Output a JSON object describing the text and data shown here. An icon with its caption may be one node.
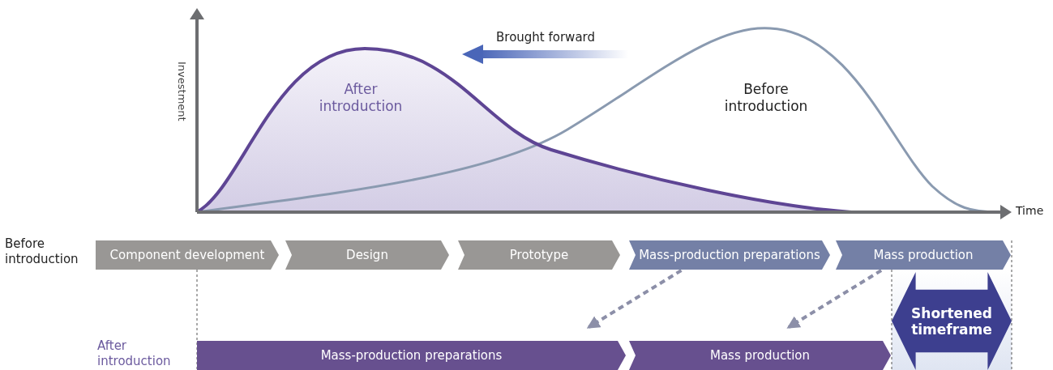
{
  "diagram": {
    "nodes": [
      {
        "text": [
          "Component development"
        ]
      },
      {
        "text": [
          "Design"
        ]
      },
      {
        "text": [
          "Prototype"
        ]
      },
      {
        "text": [
          "Mass-production preparations"
        ]
      },
      {
        "text": [
          "Mass production"
        ]
      },
      {
        "text": [
          "Mass-production preparations"
        ]
      },
      {
        "text": [
          "Mass production"
        ]
      },
      {
        "text": [
          "Shortened timeframe"
        ]
      }
    ],
    "edges": [
      {
        "from": 3,
        "to": 5,
        "arrow": "to",
        "style": "dashed"
      },
      {
        "from": 4,
        "to": 6,
        "arrow": "to",
        "style": "dashed"
      }
    ],
    "labels": [
      "Brought forward",
      "Investment",
      "After introduction",
      "Before introduction",
      "Time",
      "Before introduction",
      "After introduction"
    ]
  }
}
